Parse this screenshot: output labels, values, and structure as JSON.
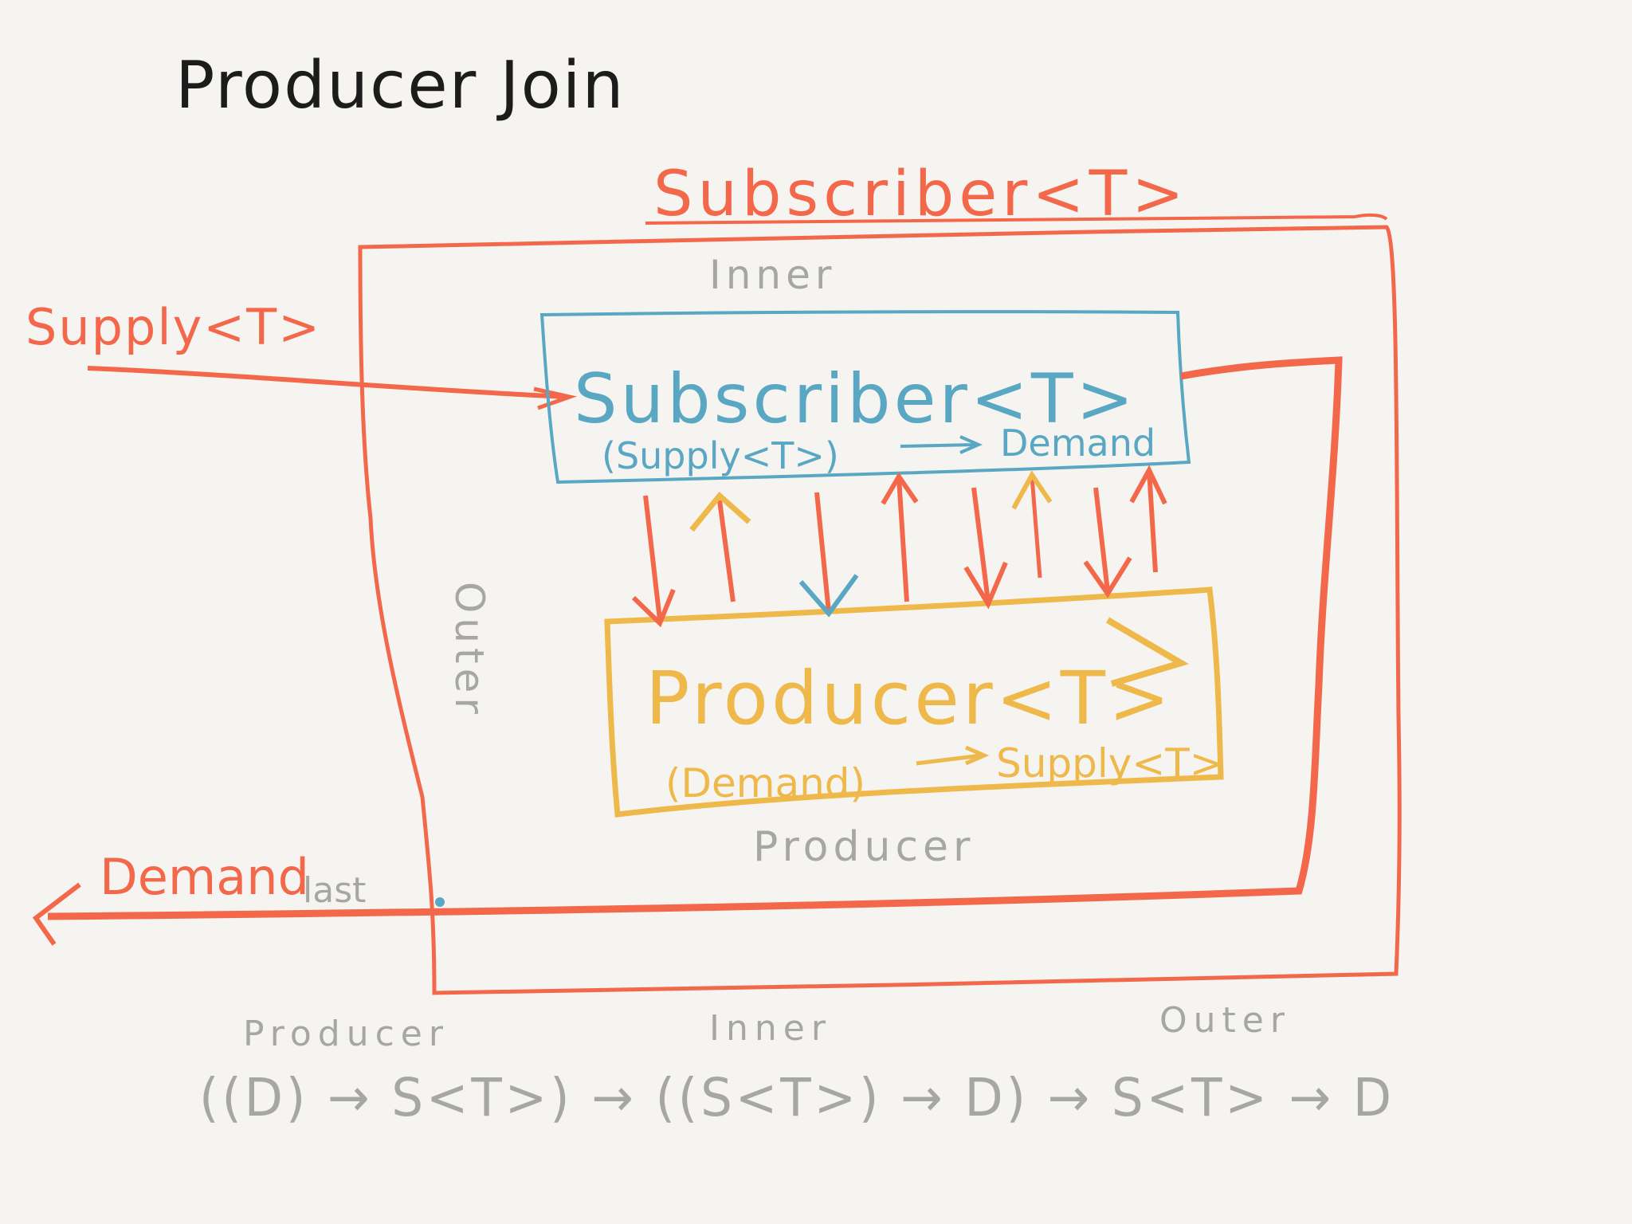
{
  "title": "Producer Join",
  "outer_subscriber": {
    "label": "Subscriber<T>",
    "top_label": "Inner",
    "side_label": "Outer",
    "bottom_label": "Producer"
  },
  "inputs": {
    "supply": "Supply<T>",
    "demand": "Demand",
    "demand_sub": "last"
  },
  "inner_subscriber": {
    "name": "Subscriber<T>",
    "signature_in": "(Supply<T>)",
    "signature_out": "Demand"
  },
  "producer": {
    "name": "Producer<T>",
    "signature_in": "(Demand)",
    "signature_out": "Supply<T>"
  },
  "type_signature": {
    "labels": [
      "Producer",
      "Inner",
      "Outer"
    ],
    "expression": "((D) → S<T>) → ((S<T>) → D) → S<T> → D"
  },
  "colors": {
    "orange": "#f3684a",
    "blue": "#5aa7c3",
    "yellow": "#efb84a",
    "gray": "#a6a6a6",
    "ink": "#1c1c1c"
  }
}
